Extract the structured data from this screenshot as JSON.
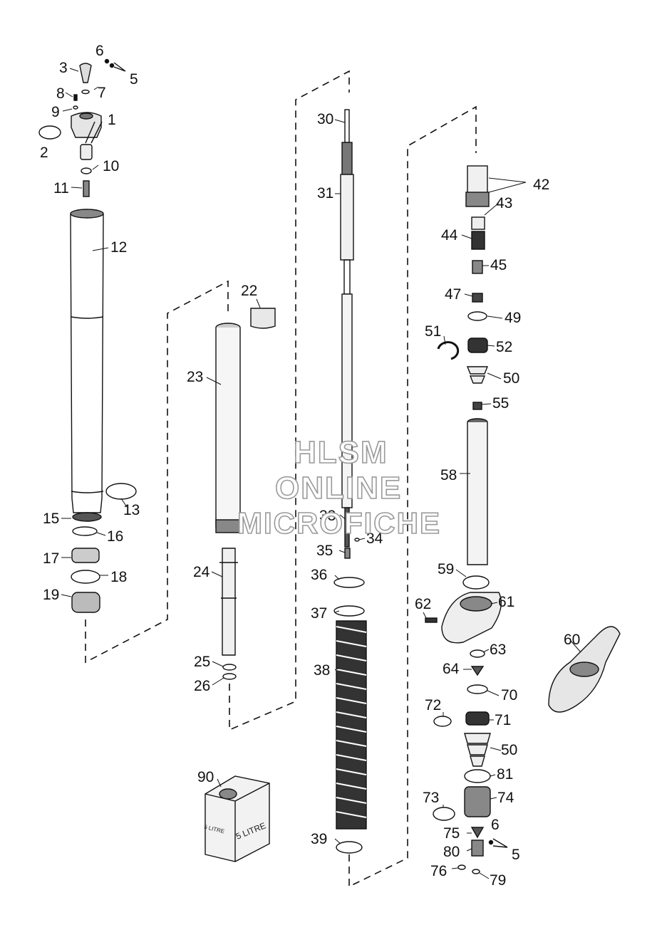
{
  "watermark": {
    "line1": "HLSM",
    "line2": "ONLINE",
    "line3": "MICROFICHE"
  },
  "oil_can": {
    "text_main": "5 LITRE",
    "text_side": "5 LITRE"
  },
  "labels": [
    {
      "id": "1",
      "text": "1"
    },
    {
      "id": "2",
      "text": "2"
    },
    {
      "id": "3",
      "text": "3"
    },
    {
      "id": "5a",
      "text": "5"
    },
    {
      "id": "6a",
      "text": "6"
    },
    {
      "id": "7",
      "text": "7"
    },
    {
      "id": "8",
      "text": "8"
    },
    {
      "id": "9",
      "text": "9"
    },
    {
      "id": "10",
      "text": "10"
    },
    {
      "id": "11",
      "text": "11"
    },
    {
      "id": "12",
      "text": "12"
    },
    {
      "id": "13",
      "text": "13"
    },
    {
      "id": "15",
      "text": "15"
    },
    {
      "id": "16",
      "text": "16"
    },
    {
      "id": "17",
      "text": "17"
    },
    {
      "id": "18",
      "text": "18"
    },
    {
      "id": "19",
      "text": "19"
    },
    {
      "id": "22",
      "text": "22"
    },
    {
      "id": "23",
      "text": "23"
    },
    {
      "id": "24",
      "text": "24"
    },
    {
      "id": "25",
      "text": "25"
    },
    {
      "id": "26",
      "text": "26"
    },
    {
      "id": "30",
      "text": "30"
    },
    {
      "id": "31",
      "text": "31"
    },
    {
      "id": "33",
      "text": "33"
    },
    {
      "id": "34",
      "text": "34"
    },
    {
      "id": "35",
      "text": "35"
    },
    {
      "id": "36",
      "text": "36"
    },
    {
      "id": "37",
      "text": "37"
    },
    {
      "id": "38",
      "text": "38"
    },
    {
      "id": "39",
      "text": "39"
    },
    {
      "id": "42",
      "text": "42"
    },
    {
      "id": "43",
      "text": "43"
    },
    {
      "id": "44",
      "text": "44"
    },
    {
      "id": "45",
      "text": "45"
    },
    {
      "id": "47",
      "text": "47"
    },
    {
      "id": "49",
      "text": "49"
    },
    {
      "id": "50a",
      "text": "50"
    },
    {
      "id": "50b",
      "text": "50"
    },
    {
      "id": "51",
      "text": "51"
    },
    {
      "id": "52",
      "text": "52"
    },
    {
      "id": "55",
      "text": "55"
    },
    {
      "id": "58",
      "text": "58"
    },
    {
      "id": "59",
      "text": "59"
    },
    {
      "id": "60",
      "text": "60"
    },
    {
      "id": "61",
      "text": "61"
    },
    {
      "id": "62",
      "text": "62"
    },
    {
      "id": "63",
      "text": "63"
    },
    {
      "id": "64",
      "text": "64"
    },
    {
      "id": "70",
      "text": "70"
    },
    {
      "id": "71",
      "text": "71"
    },
    {
      "id": "72",
      "text": "72"
    },
    {
      "id": "73",
      "text": "73"
    },
    {
      "id": "74",
      "text": "74"
    },
    {
      "id": "75",
      "text": "75"
    },
    {
      "id": "76",
      "text": "76"
    },
    {
      "id": "79",
      "text": "79"
    },
    {
      "id": "80",
      "text": "80"
    },
    {
      "id": "81",
      "text": "81"
    },
    {
      "id": "90",
      "text": "90"
    },
    {
      "id": "6b",
      "text": "6"
    },
    {
      "id": "5b",
      "text": "5"
    }
  ]
}
